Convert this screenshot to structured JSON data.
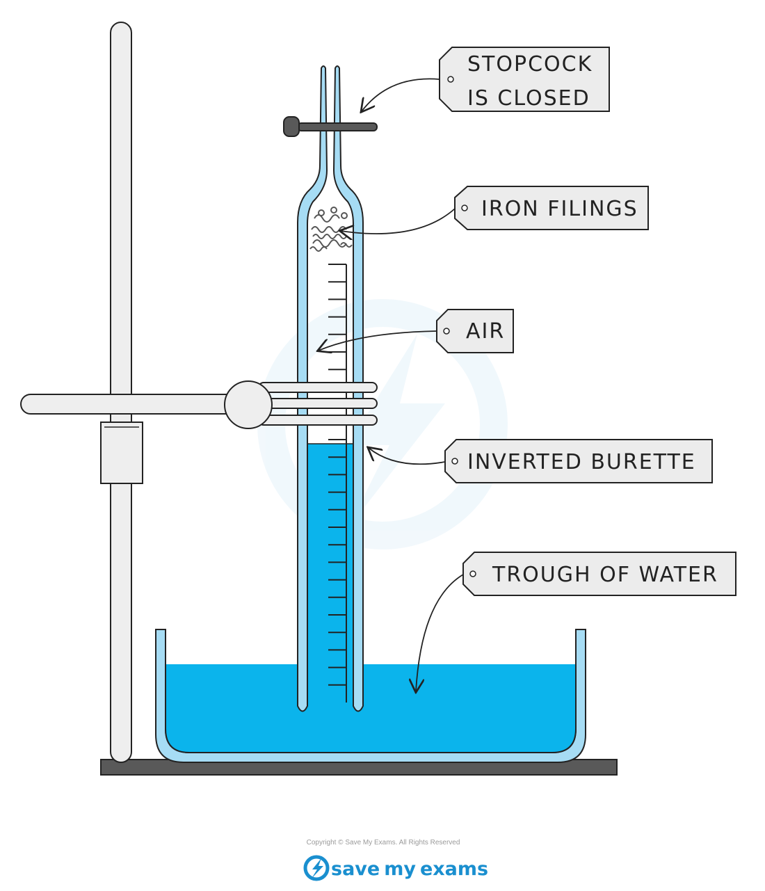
{
  "labels": {
    "stopcock_line1": "STOPCOCK",
    "stopcock_line2": "IS CLOSED",
    "iron_filings": "IRON FILINGS",
    "air": "AIR",
    "inverted_burette": "INVERTED BURETTE",
    "trough": "TROUGH OF WATER"
  },
  "footer": {
    "copyright": "Copyright © Save My Exams. All Rights Reserved",
    "brand_save": "save",
    "brand_my": "my",
    "brand_exams": "exams"
  },
  "colors": {
    "water": "#0bb4ec",
    "glass": "#a6dcf4",
    "stand": "#eeeeee",
    "base": "#595959",
    "tag": "#ececec",
    "brand": "#1a8fcf"
  }
}
